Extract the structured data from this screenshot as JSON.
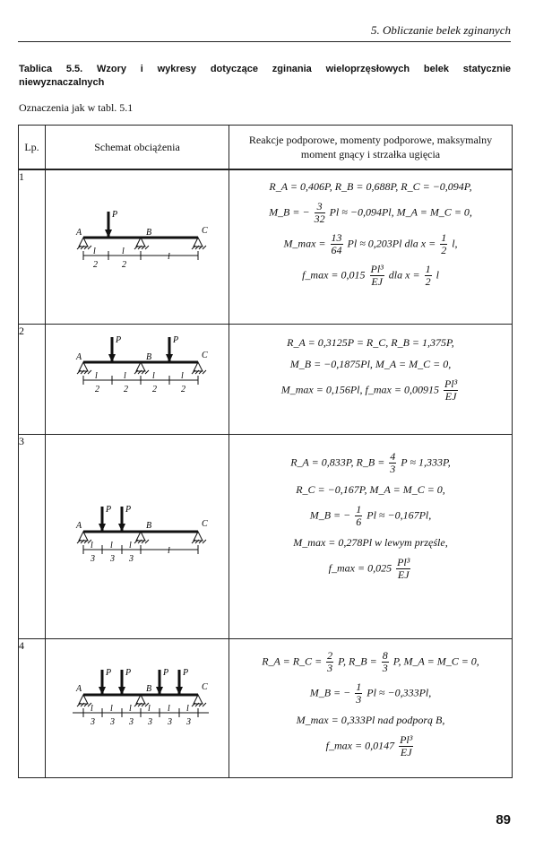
{
  "header": {
    "text": "5. Obliczanie belek zginanych"
  },
  "title": {
    "line1": "Tablica 5.5. Wzory i wykresy dotyczące zginania wieloprzęsłowych belek statycznie",
    "line2": "niewyznaczalnych"
  },
  "notes": "Oznaczenia jak w tabl. 5.1",
  "table": {
    "headers": {
      "lp": "Lp.",
      "schema": "Schemat obciążenia",
      "results": "Reakcje podporowe, momenty podporowe, maksymalny moment gnący i strzałka ugięcia"
    },
    "rows": [
      {
        "number": "1",
        "formulas": {
          "r1": "R_A = 0,406P,   R_B = 0,688P,   R_C = −0,094P,",
          "mb_pre": "M_B = −",
          "mb_n": "3",
          "mb_d": "32",
          "mb_post": "Pl ≈ −0,094Pl,   M_A = M_C = 0,",
          "mmax_pre": "M_max =",
          "mmax_n": "13",
          "mmax_d": "64",
          "mmax_post": "Pl ≈ 0,203Pl   dla   x =",
          "mmax_xn": "1",
          "mmax_xd": "2",
          "mmax_end": "l,",
          "f_pre": "f_max = 0,015",
          "f_n": "Pl³",
          "f_d": "EJ",
          "f_mid": "dla   x =",
          "f_xn": "1",
          "f_xd": "2",
          "f_end": "l"
        },
        "labels": {
          "p": "P",
          "a": "A",
          "b": "B",
          "c": "C",
          "l": "l",
          "two": "2"
        }
      },
      {
        "number": "2",
        "formulas": {
          "r1": "R_A = 0,3125P = R_C,   R_B = 1,375P,",
          "r2": "M_B = −0,1875Pl,   M_A = M_C = 0,",
          "f_pre": "M_max = 0,156Pl,   f_max = 0,00915",
          "f_n": "Pl³",
          "f_d": "EJ"
        },
        "labels": {
          "p": "P",
          "a": "A",
          "b": "B",
          "c": "C",
          "l": "l",
          "two": "2"
        }
      },
      {
        "number": "3",
        "formulas": {
          "r1_pre": "R_A = 0,833P,   R_B =",
          "r1_n": "4",
          "r1_d": "3",
          "r1_post": "P ≈ 1,333P,",
          "r2": "R_C = −0,167P,   M_A = M_C = 0,",
          "mb_pre": "M_B = −",
          "mb_n": "1",
          "mb_d": "6",
          "mb_post": "Pl ≈ −0,167Pl,",
          "mmax": "M_max = 0,278Pl w lewym przęśle,",
          "f_pre": "f_max = 0,025",
          "f_n": "Pl³",
          "f_d": "EJ"
        },
        "labels": {
          "p": "P",
          "a": "A",
          "b": "B",
          "c": "C",
          "l": "l",
          "three": "3"
        }
      },
      {
        "number": "4",
        "formulas": {
          "r1_pre": "R_A = R_C =",
          "r1_n1": "2",
          "r1_d1": "3",
          "r1_mid": "P,   R_B =",
          "r1_n2": "8",
          "r1_d2": "3",
          "r1_post": "P,   M_A = M_C = 0,",
          "mb_pre": "M_B = −",
          "mb_n": "1",
          "mb_d": "3",
          "mb_post": "Pl ≈ −0,333Pl,",
          "mmax": "M_max = 0,333Pl nad podporą B,",
          "f_pre": "f_max = 0,0147",
          "f_n": "Pl³",
          "f_d": "EJ"
        },
        "labels": {
          "p": "P",
          "a": "A",
          "b": "B",
          "c": "C",
          "l": "l",
          "three": "3"
        }
      }
    ]
  },
  "page_number": "89"
}
